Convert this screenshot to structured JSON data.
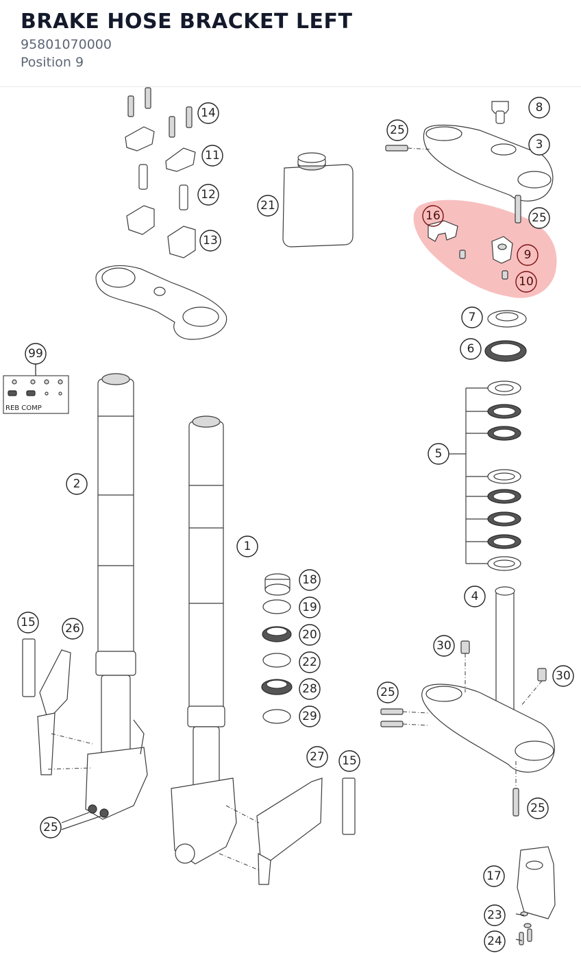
{
  "header": {
    "title": "BRAKE HOSE BRACKET LEFT",
    "part_number": "95801070000",
    "position": "Position 9"
  },
  "diagram": {
    "highlight_color": "#f28b8b",
    "rebound_label": "REB COMP",
    "callouts": [
      {
        "id": "c14",
        "label": "14",
        "highlighted": false
      },
      {
        "id": "c11",
        "label": "11",
        "highlighted": false
      },
      {
        "id": "c12",
        "label": "12",
        "highlighted": false
      },
      {
        "id": "c13",
        "label": "13",
        "highlighted": false
      },
      {
        "id": "c21",
        "label": "21",
        "highlighted": false
      },
      {
        "id": "c25a",
        "label": "25",
        "highlighted": false
      },
      {
        "id": "c8",
        "label": "8",
        "highlighted": false
      },
      {
        "id": "c3",
        "label": "3",
        "highlighted": false
      },
      {
        "id": "c25b",
        "label": "25",
        "highlighted": false
      },
      {
        "id": "c16",
        "label": "16",
        "highlighted": true
      },
      {
        "id": "c9",
        "label": "9",
        "highlighted": true
      },
      {
        "id": "c10",
        "label": "10",
        "highlighted": true
      },
      {
        "id": "c7",
        "label": "7",
        "highlighted": false
      },
      {
        "id": "c6",
        "label": "6",
        "highlighted": false
      },
      {
        "id": "c99",
        "label": "99",
        "highlighted": false
      },
      {
        "id": "c5",
        "label": "5",
        "highlighted": false
      },
      {
        "id": "c2",
        "label": "2",
        "highlighted": false
      },
      {
        "id": "c1",
        "label": "1",
        "highlighted": false
      },
      {
        "id": "c18",
        "label": "18",
        "highlighted": false
      },
      {
        "id": "c19",
        "label": "19",
        "highlighted": false
      },
      {
        "id": "c20",
        "label": "20",
        "highlighted": false
      },
      {
        "id": "c22",
        "label": "22",
        "highlighted": false
      },
      {
        "id": "c28",
        "label": "28",
        "highlighted": false
      },
      {
        "id": "c29",
        "label": "29",
        "highlighted": false
      },
      {
        "id": "c15a",
        "label": "15",
        "highlighted": false
      },
      {
        "id": "c26",
        "label": "26",
        "highlighted": false
      },
      {
        "id": "c4",
        "label": "4",
        "highlighted": false
      },
      {
        "id": "c30a",
        "label": "30",
        "highlighted": false
      },
      {
        "id": "c30b",
        "label": "30",
        "highlighted": false
      },
      {
        "id": "c25c",
        "label": "25",
        "highlighted": false
      },
      {
        "id": "c27",
        "label": "27",
        "highlighted": false
      },
      {
        "id": "c15b",
        "label": "15",
        "highlighted": false
      },
      {
        "id": "c25d",
        "label": "25",
        "highlighted": false
      },
      {
        "id": "c25e",
        "label": "25",
        "highlighted": false
      },
      {
        "id": "c17",
        "label": "17",
        "highlighted": false
      },
      {
        "id": "c23",
        "label": "23",
        "highlighted": false
      },
      {
        "id": "c24",
        "label": "24",
        "highlighted": false
      }
    ]
  }
}
